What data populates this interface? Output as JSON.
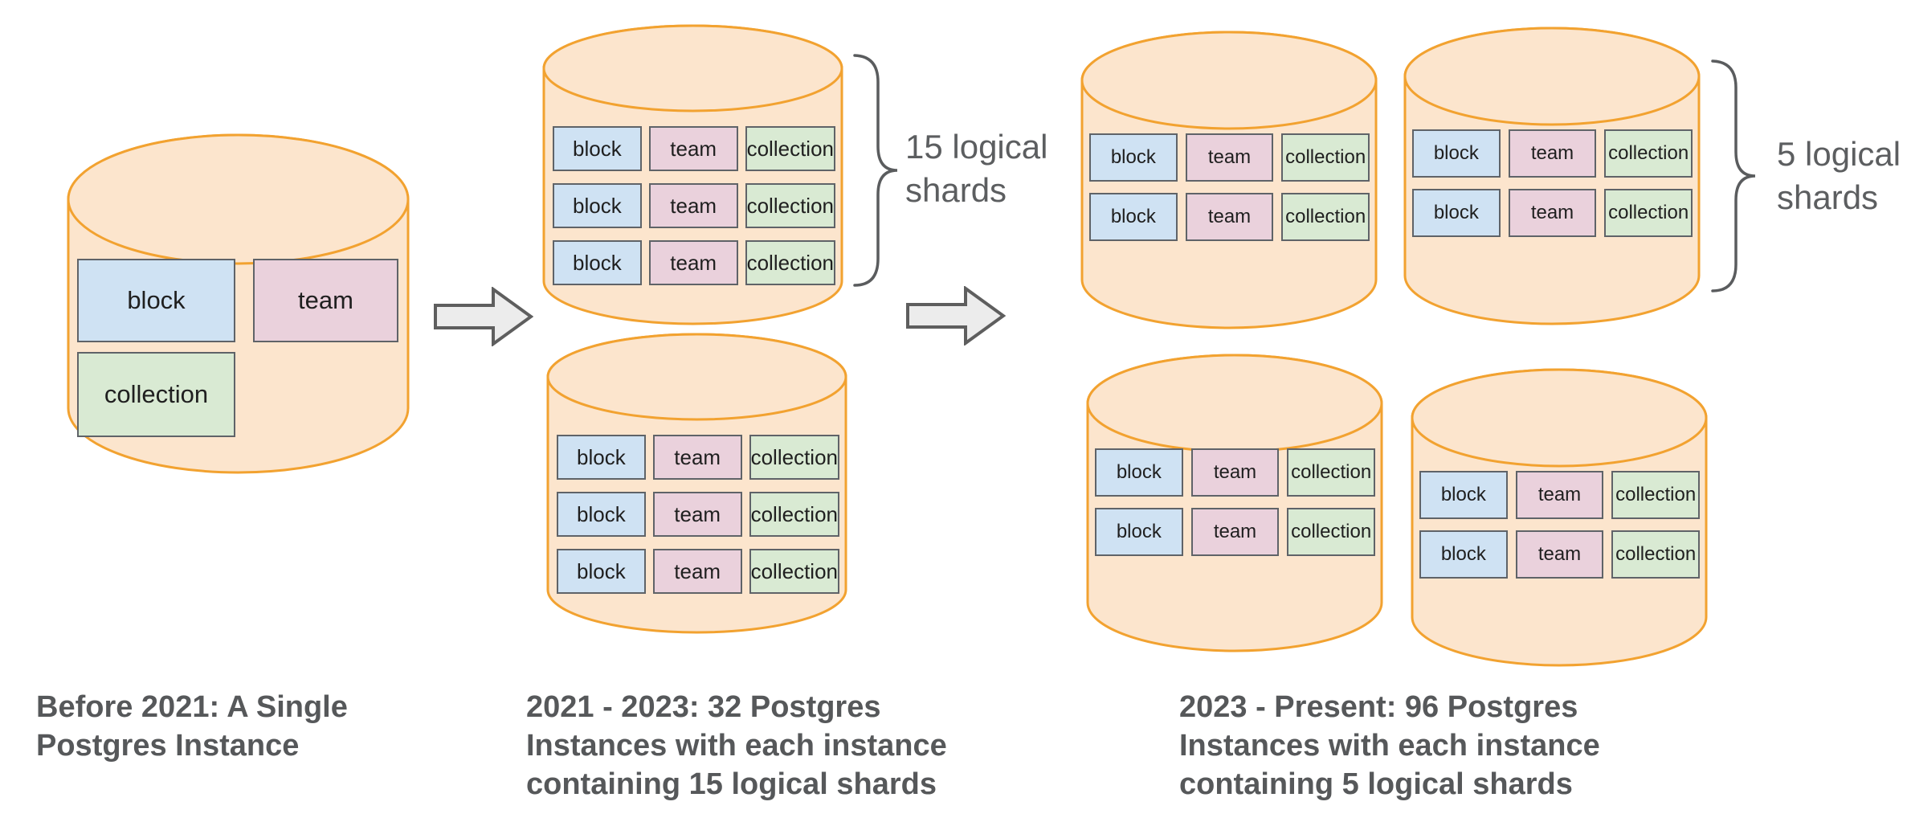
{
  "diagram": {
    "table_labels": {
      "block": "block",
      "team": "team",
      "collection": "collection"
    },
    "stages": [
      {
        "caption_lines": [
          "Before 2021: A Single",
          "Postgres Instance"
        ]
      },
      {
        "caption_lines": [
          "2021 - 2023: 32 Postgres",
          "Instances with each instance",
          "containing 15 logical shards"
        ],
        "brace_label_lines": [
          "15 logical",
          "shards"
        ]
      },
      {
        "caption_lines": [
          "2023 - Present: 96 Postgres",
          "Instances with each instance",
          "containing 5 logical shards"
        ],
        "brace_label_lines": [
          "5 logical",
          "shards"
        ]
      }
    ],
    "colors": {
      "cylinder_fill": "#fce5cd",
      "cylinder_stroke": "#f2a230",
      "block_fill": "#cfe2f3",
      "team_fill": "#ead1dc",
      "collection_fill": "#d9ead3",
      "box_border": "#5f6368",
      "caption_text": "#56585a",
      "label_text": "#5c5e60",
      "arrow_fill": "#ececec",
      "arrow_stroke": "#5e5e5e"
    }
  }
}
